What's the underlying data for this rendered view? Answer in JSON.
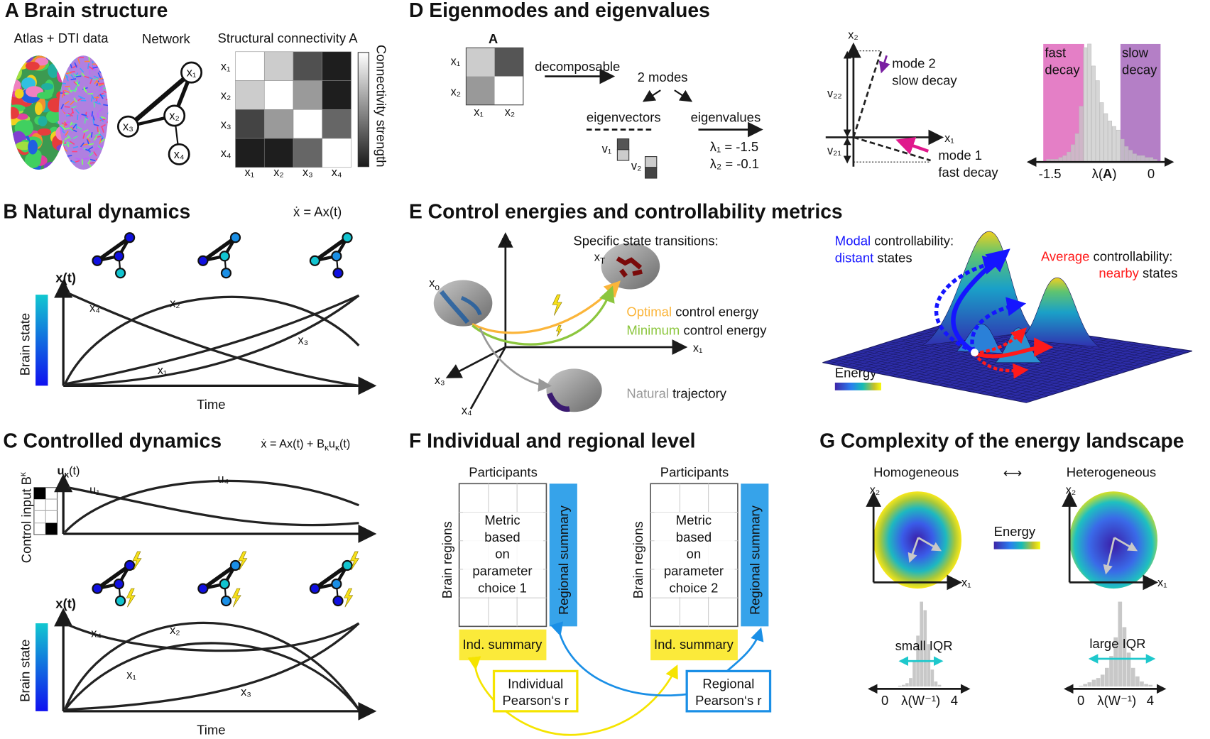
{
  "panelA": {
    "title": "A Brain structure",
    "atlas_label": "Atlas + DTI data",
    "network_label": "Network",
    "matrix_label": "Structural connectivity A",
    "colorbar_label": "Connectivity strength",
    "nodes": [
      "x₁",
      "x₂",
      "x₃",
      "x₄"
    ],
    "matrix_gray": [
      [
        "#ffffff",
        "#cccccc",
        "#505050",
        "#1e1e1e"
      ],
      [
        "#cccccc",
        "#ffffff",
        "#9a9a9a",
        "#1e1e1e"
      ],
      [
        "#444444",
        "#9a9a9a",
        "#ffffff",
        "#666666"
      ],
      [
        "#1e1e1e",
        "#1e1e1e",
        "#666666",
        "#ffffff"
      ]
    ]
  },
  "panelB": {
    "title": "B Natural dynamics",
    "equation": "ẋ = Ax(t)",
    "y_label": "x(t)",
    "x_label": "Time",
    "colorbar_label": "Brain state",
    "curve_labels": [
      "x₄",
      "x₂",
      "x₃",
      "x₁"
    ],
    "net_colors": [
      [
        "#1010e0",
        "#1010e0",
        "#1010e0",
        "#12c4d0"
      ],
      [
        "#1a8fe6",
        "#12c4d0",
        "#1010e0",
        "#1a8fe6"
      ],
      [
        "#12c4d0",
        "#1a8fe6",
        "#12c4d0",
        "#1010e0"
      ]
    ]
  },
  "panelC": {
    "title": "C Controlled dynamics",
    "equation_main": "ẋ = Ax(t) + B",
    "equation_sub1": "κ",
    "equation_u": "u",
    "equation_sub2": "κ",
    "equation_end": "(t)",
    "control_label": "Control input B",
    "control_sup": "κ",
    "u_label": "u",
    "u_sub": "κ",
    "u_end": "(t)",
    "u_curves": [
      "u₁",
      "u₄"
    ],
    "y_label": "x(t)",
    "x_label": "Time",
    "colorbar_label": "Brain state",
    "curve_labels": [
      "x₄",
      "x₂",
      "x₁",
      "x₃"
    ],
    "net_colors": [
      [
        "#1010e0",
        "#1010e0",
        "#1010e0",
        "#12c4d0"
      ],
      [
        "#1a8fe6",
        "#12c4d0",
        "#1010e0",
        "#1a8fe6"
      ],
      [
        "#12c4d0",
        "#1a8fe6",
        "#1010e0",
        "#1010e0"
      ]
    ]
  },
  "panelD": {
    "title": "D Eigenmodes and eigenvalues",
    "matrix_title": "A",
    "nodes": [
      "x₁",
      "x₂"
    ],
    "decomposable": "decomposable",
    "modes": "2 modes",
    "eigenvectors": "eigenvectors",
    "eigenvalues": "eigenvalues",
    "v1": "v₁",
    "v2": "v₂",
    "lambda1": "λ₁ = -1.5",
    "lambda2": "λ₂ = -0.1",
    "axis_x": "x₁",
    "axis_y": "x₂",
    "v22": "v₂₂",
    "v21": "v₂₁",
    "mode2": "mode 2",
    "mode2_desc": "slow decay",
    "mode1": "mode 1",
    "mode1_desc": "fast decay",
    "hist_fast": [
      "fast",
      "decay"
    ],
    "hist_slow": [
      "slow",
      "decay"
    ],
    "hist_ticks": [
      "-1.5",
      "0"
    ],
    "hist_xlabel_pre": "λ(",
    "hist_xlabel_bold": "A",
    "hist_xlabel_post": ")",
    "hist_counts": [
      1,
      1,
      1,
      2,
      3,
      5,
      9,
      15,
      30,
      62,
      64,
      52,
      44,
      32,
      26,
      22,
      19,
      17,
      12,
      8,
      6,
      4,
      3,
      3,
      2,
      2,
      1
    ],
    "colors": {
      "mode1": "#e0198c",
      "mode2": "#7a1fa2",
      "fast_region": "#e47fc6",
      "slow_region": "#b47fc6"
    }
  },
  "panelE": {
    "title": "E Control energies and controllability metrics",
    "axes": [
      "x₁",
      "x₂",
      "x₃",
      "x₄"
    ],
    "x0": "x",
    "x0_sub": "o",
    "xT": "x",
    "xT_sub": "T",
    "specific": "Specific state transitions:",
    "optimal_word": "Optimal",
    "optimal_rest": " control energy",
    "minimum_word": "Minimum",
    "minimum_rest": " control energy",
    "natural_word": "Natural",
    "natural_rest": " trajectory",
    "modal_word": "Modal",
    "modal_rest": " controllability:",
    "distant_word": "distant",
    "distant_rest": " states",
    "average_word": "Average",
    "average_rest": " controllability:",
    "nearby_word": "nearby",
    "nearby_rest": " states",
    "energy_label": "Energy",
    "colors": {
      "optimal": "#fbb53a",
      "minimum": "#8cc63e",
      "natural": "#999999",
      "modal": "#1515ff",
      "average": "#ff1a1a"
    }
  },
  "panelF": {
    "title": "F Individual and regional level",
    "groups": [
      {
        "participants": "Participants",
        "regions": "Brain regions",
        "metric": [
          "Metric",
          "based",
          "on",
          "parameter",
          "choice 1"
        ],
        "regional": "Regional summary",
        "ind": "Ind. summary"
      },
      {
        "participants": "Participants",
        "regions": "Brain regions",
        "metric": [
          "Metric",
          "based",
          "on",
          "parameter",
          "choice 2"
        ],
        "regional": "Regional summary",
        "ind": "Ind. summary"
      }
    ],
    "individual_box": [
      "Individual",
      "Pearson‘s r"
    ],
    "regional_box": [
      "Regional",
      "Pearson‘s r"
    ],
    "colors": {
      "regional": "#36a3ea",
      "ind": "#fbea3a",
      "individual_line": "#f5e400",
      "regional_line": "#1a8fe6"
    }
  },
  "panelG": {
    "title": "G Complexity of the energy landscape",
    "homogeneous": "Homogeneous",
    "arrow": "⟷",
    "heterogeneous": "Heterogeneous",
    "energy_label": "Energy",
    "axes": [
      "x₁",
      "x₂"
    ],
    "small_iqr": "small IQR",
    "large_iqr": "large IQR",
    "ticks": [
      "0",
      "4"
    ],
    "xlabel": "λ(W⁻¹)",
    "hist_small": [
      1,
      2,
      4,
      10,
      30,
      60,
      100,
      90,
      50,
      20,
      6,
      2
    ],
    "hist_large": [
      1,
      3,
      5,
      8,
      10,
      14,
      22,
      36,
      58,
      100,
      70,
      40,
      22,
      12,
      6,
      3,
      2
    ],
    "iqr_color": "#1ec8cc"
  }
}
